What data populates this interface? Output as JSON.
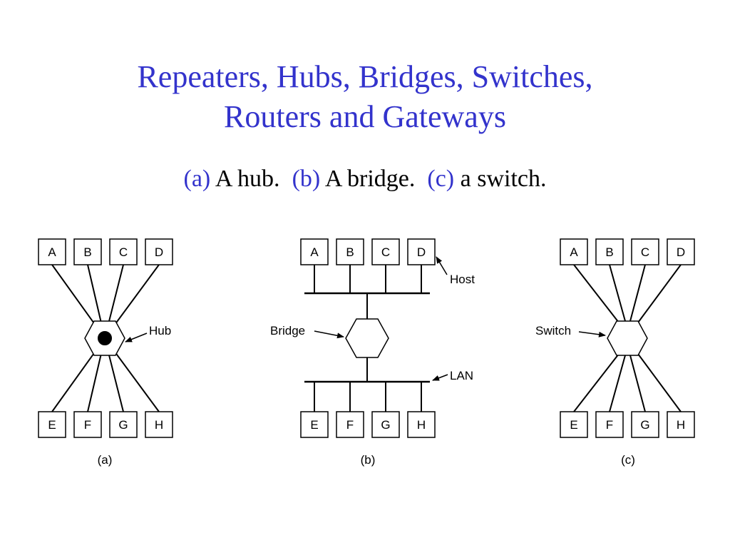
{
  "title": {
    "line1": "Repeaters, Hubs, Bridges, Switches,",
    "line2": "Routers and Gateways"
  },
  "subtitle": {
    "a_label": "(a)",
    "a_text": " A hub.  ",
    "b_label": "(b)",
    "b_text": " A bridge.  ",
    "c_label": "(c)",
    "c_text": " a switch."
  },
  "colors": {
    "accent": "#3333cc",
    "ink": "#000000"
  },
  "panels": {
    "a": {
      "top_hosts": [
        "A",
        "B",
        "C",
        "D"
      ],
      "bottom_hosts": [
        "E",
        "F",
        "G",
        "H"
      ],
      "device_label": "Hub",
      "caption": "(a)"
    },
    "b": {
      "top_hosts": [
        "A",
        "B",
        "C",
        "D"
      ],
      "bottom_hosts": [
        "E",
        "F",
        "G",
        "H"
      ],
      "device_label": "Bridge",
      "host_label": "Host",
      "lan_label": "LAN",
      "caption": "(b)"
    },
    "c": {
      "top_hosts": [
        "A",
        "B",
        "C",
        "D"
      ],
      "bottom_hosts": [
        "E",
        "F",
        "G",
        "H"
      ],
      "device_label": "Switch",
      "caption": "(c)"
    }
  }
}
